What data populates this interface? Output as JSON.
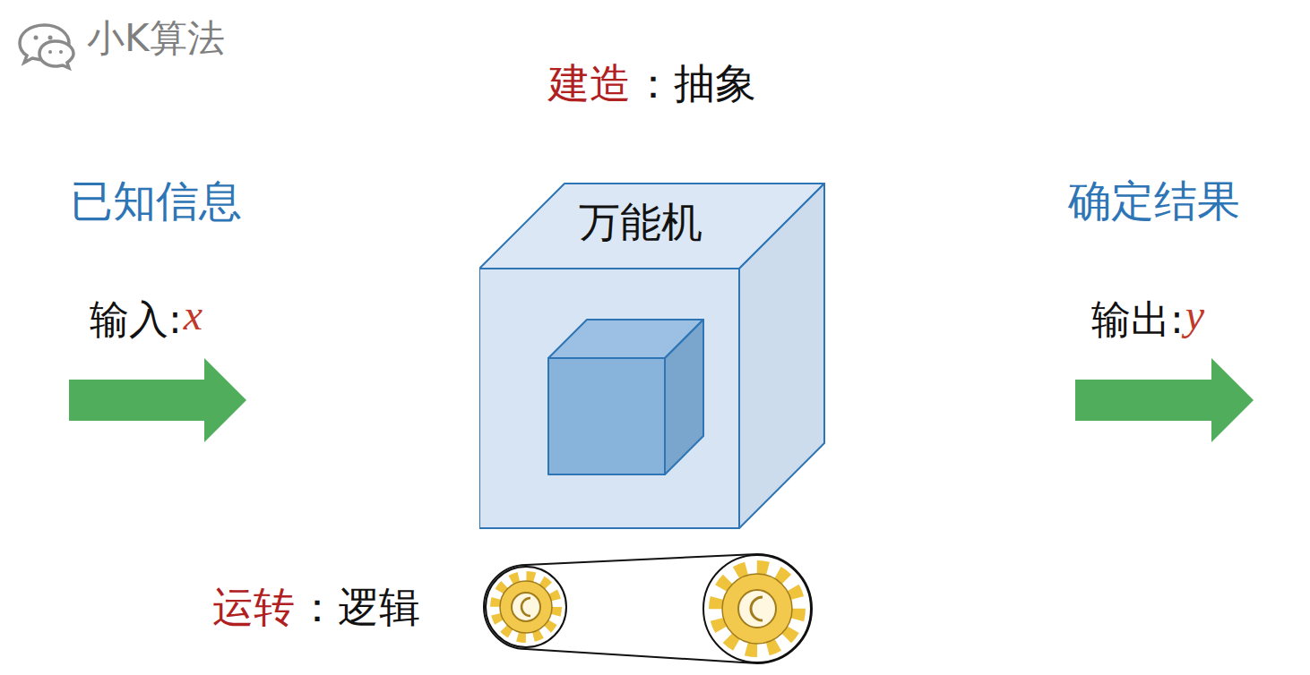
{
  "diagram": {
    "nodes": [
      {
        "text": [
          "万能机"
        ]
      }
    ],
    "labels": [
      "小K算法",
      "建造",
      "：抽象",
      "已知信息",
      "输入:",
      "x",
      "确定结果",
      "输出:",
      "y",
      "运转",
      "：逻辑"
    ]
  }
}
